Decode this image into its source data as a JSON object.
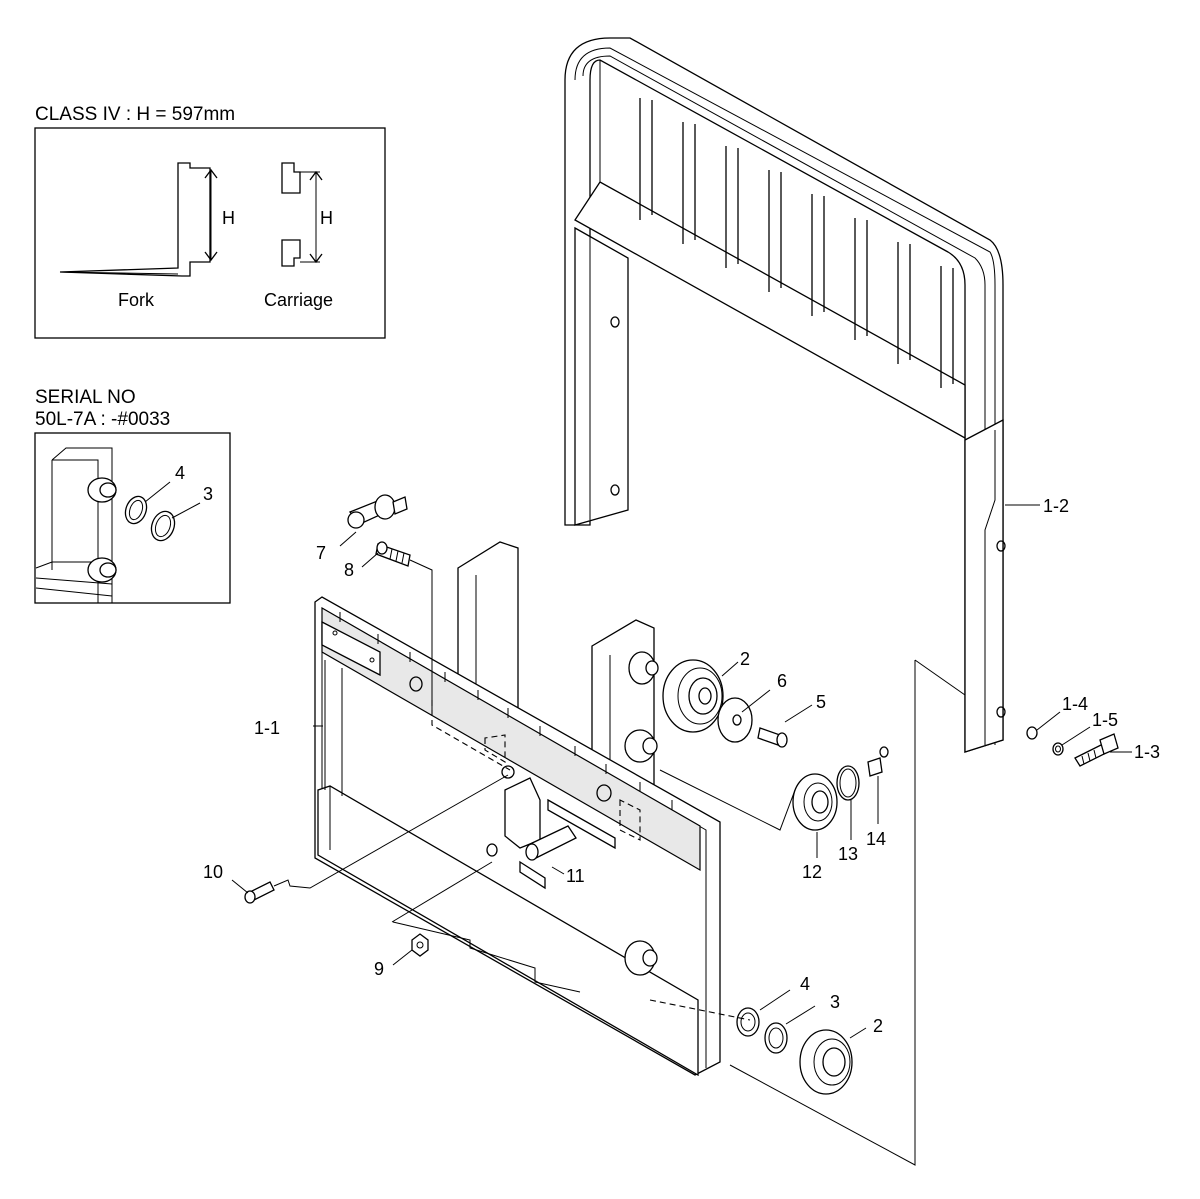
{
  "inset_class": {
    "title": "CLASS IV : H = 597mm",
    "fork_label": "Fork",
    "carriage_label": "Carriage",
    "dim_label": "H"
  },
  "inset_serial": {
    "line1": "SERIAL NO",
    "line2": "50L-7A : -#0033",
    "callouts": [
      "4",
      "3"
    ]
  },
  "callouts": {
    "p1_1": "1-1",
    "p1_2": "1-2",
    "p1_3": "1-3",
    "p1_4": "1-4",
    "p1_5": "1-5",
    "p2_top": "2",
    "p2_bottom": "2",
    "p3": "3",
    "p4": "4",
    "p5": "5",
    "p6": "6",
    "p7": "7",
    "p8": "8",
    "p9": "9",
    "p10": "10",
    "p11": "11",
    "p12": "12",
    "p13": "13",
    "p14": "14"
  }
}
